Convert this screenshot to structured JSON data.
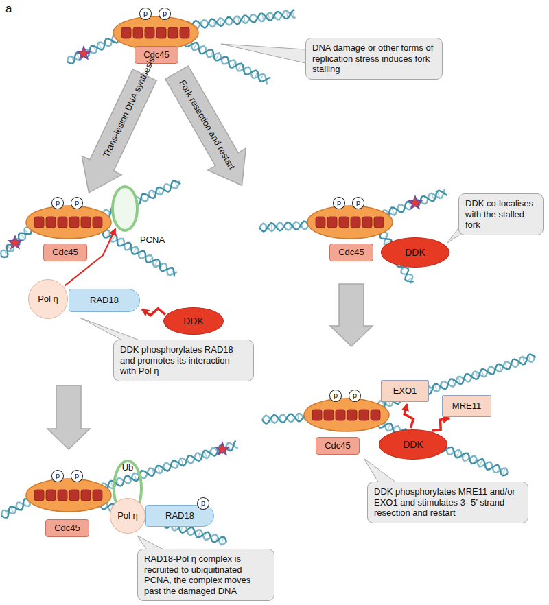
{
  "diagram": {
    "nodes": [
      {
        "text": [
          "Cdc45"
        ]
      },
      {
        "text": [
          "p"
        ]
      },
      {
        "text": [
          "p"
        ]
      },
      {
        "text": [
          "DNA damage or other forms of replication stress induces fork stalling"
        ]
      },
      {
        "text": [
          "Trans-lesion DNA synthesis"
        ]
      },
      {
        "text": [
          "Fork resection and restart"
        ]
      },
      {
        "text": [
          "p"
        ]
      },
      {
        "text": [
          "p"
        ]
      },
      {
        "text": [
          "PCNA"
        ]
      },
      {
        "text": [
          "Cdc45"
        ]
      },
      {
        "text": [
          "Pol η"
        ]
      },
      {
        "text": [
          "RAD18"
        ]
      },
      {
        "text": [
          "DDK"
        ]
      },
      {
        "text": [
          "DDK phosphorylates RAD18 and promotes its interaction with Pol η"
        ]
      },
      {
        "text": [
          "p"
        ]
      },
      {
        "text": [
          "p"
        ]
      },
      {
        "text": [
          "Cdc45"
        ]
      },
      {
        "text": [
          "DDK"
        ]
      },
      {
        "text": [
          "DDK co-localises with the stalled fork"
        ]
      },
      {
        "text": [
          "p"
        ]
      },
      {
        "text": [
          "p"
        ]
      },
      {
        "text": [
          "EXO1"
        ]
      },
      {
        "text": [
          "MRE11"
        ]
      },
      {
        "text": [
          "Cdc45"
        ]
      },
      {
        "text": [
          "DDK"
        ]
      },
      {
        "text": [
          "DDK phosphorylates MRE11 and/or EXO1 and stimulates 3- 5’ strand resection and restart"
        ]
      },
      {
        "text": [
          "p"
        ]
      },
      {
        "text": [
          "p"
        ]
      },
      {
        "text": [
          "Ub"
        ]
      },
      {
        "text": [
          "Pol η"
        ]
      },
      {
        "text": [
          "RAD18"
        ]
      },
      {
        "text": [
          "p"
        ]
      },
      {
        "text": [
          "Cdc45"
        ]
      },
      {
        "text": [
          "RAD18-Pol η complex is recruited to ubiquitinated PCNA, the complex moves past the damaged DNA"
        ]
      }
    ],
    "edges": [
      {
        "from": 10,
        "to": 8,
        "arrow": "to"
      },
      {
        "from": 12,
        "to": 11,
        "arrow": "to"
      },
      {
        "from": 24,
        "to": 21,
        "arrow": "to"
      },
      {
        "from": 24,
        "to": 22,
        "arrow": "to"
      }
    ],
    "labels": [
      "a"
    ]
  }
}
